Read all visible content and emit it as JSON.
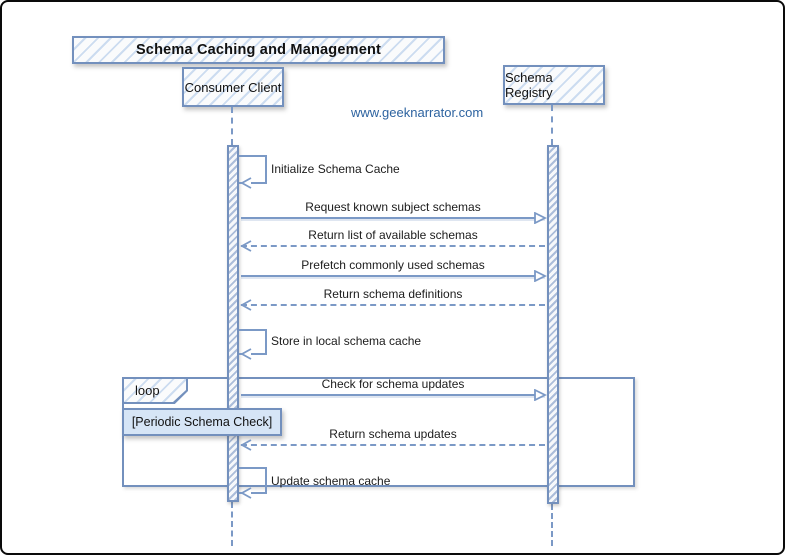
{
  "diagram": {
    "title": "Schema Caching and Management",
    "watermark": "www.geeknarrator.com",
    "participants": [
      {
        "name": "Consumer Client"
      },
      {
        "name": "Schema Registry"
      }
    ],
    "messages": [
      {
        "label": "Initialize Schema Cache",
        "type": "self",
        "from": "Consumer Client",
        "to": "Consumer Client"
      },
      {
        "label": "Request known subject schemas",
        "type": "solid-right",
        "from": "Consumer Client",
        "to": "Schema Registry"
      },
      {
        "label": "Return list of available schemas",
        "type": "dashed-left",
        "from": "Schema Registry",
        "to": "Consumer Client"
      },
      {
        "label": "Prefetch commonly used schemas",
        "type": "solid-right",
        "from": "Consumer Client",
        "to": "Schema Registry"
      },
      {
        "label": "Return schema definitions",
        "type": "dashed-left",
        "from": "Schema Registry",
        "to": "Consumer Client"
      },
      {
        "label": "Store in local schema cache",
        "type": "self",
        "from": "Consumer Client",
        "to": "Consumer Client"
      },
      {
        "label": "Check for schema updates",
        "type": "solid-right",
        "from": "Consumer Client",
        "to": "Schema Registry"
      },
      {
        "label": "Return schema updates",
        "type": "dashed-left",
        "from": "Schema Registry",
        "to": "Consumer Client"
      },
      {
        "label": "Update schema cache",
        "type": "self",
        "from": "Consumer Client",
        "to": "Consumer Client"
      }
    ],
    "fragment": {
      "operator": "loop",
      "guard": "[Periodic Schema Check]"
    },
    "colors": {
      "stroke": "#7390bd",
      "arrow": "#7b99c6",
      "hatch": "#ccdcf0",
      "guard_fill": "#d6e5f6",
      "watermark_text": "#2d63a0",
      "frame": "#0a0a0a"
    }
  }
}
